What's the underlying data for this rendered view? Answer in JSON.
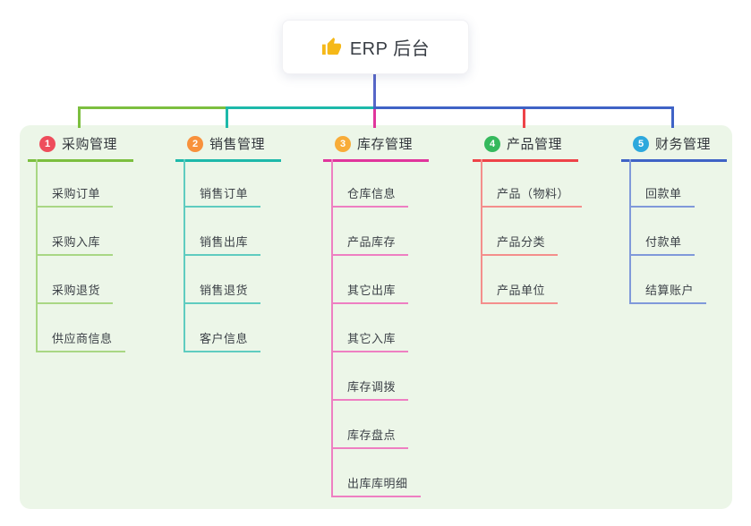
{
  "root": {
    "label": "ERP 后台",
    "icon": "thumbs-up-icon",
    "icon_color": "#f5b818"
  },
  "colors": {
    "connector": "#5766c8",
    "panel_bg": "#ecf6e8",
    "text_dark": "#33373c"
  },
  "branches": [
    {
      "index": "1",
      "label": "采购管理",
      "line_color": "#7cbf3f",
      "line_light": "#a9d784",
      "badge_color": "#ee4d5c",
      "children": [
        "采购订单",
        "采购入库",
        "采购退货",
        "供应商信息"
      ]
    },
    {
      "index": "2",
      "label": "销售管理",
      "line_color": "#1db9aa",
      "line_light": "#5fccc0",
      "badge_color": "#f8913c",
      "children": [
        "销售订单",
        "销售出库",
        "销售退货",
        "客户信息"
      ]
    },
    {
      "index": "3",
      "label": "库存管理",
      "line_color": "#e0359c",
      "line_light": "#ee7fc2",
      "badge_color": "#f8ac38",
      "children": [
        "仓库信息",
        "产品库存",
        "其它出库",
        "其它入库",
        "库存调拨",
        "库存盘点",
        "出库库明细"
      ]
    },
    {
      "index": "4",
      "label": "产品管理",
      "line_color": "#ee4348",
      "line_light": "#f48e8c",
      "badge_color": "#35b95d",
      "children": [
        "产品（物料）",
        "产品分类",
        "产品单位"
      ]
    },
    {
      "index": "5",
      "label": "财务管理",
      "line_color": "#3f63c6",
      "line_light": "#8099da",
      "badge_color": "#2da8dd",
      "children": [
        "回款单",
        "付款单",
        "结算账户"
      ]
    }
  ]
}
